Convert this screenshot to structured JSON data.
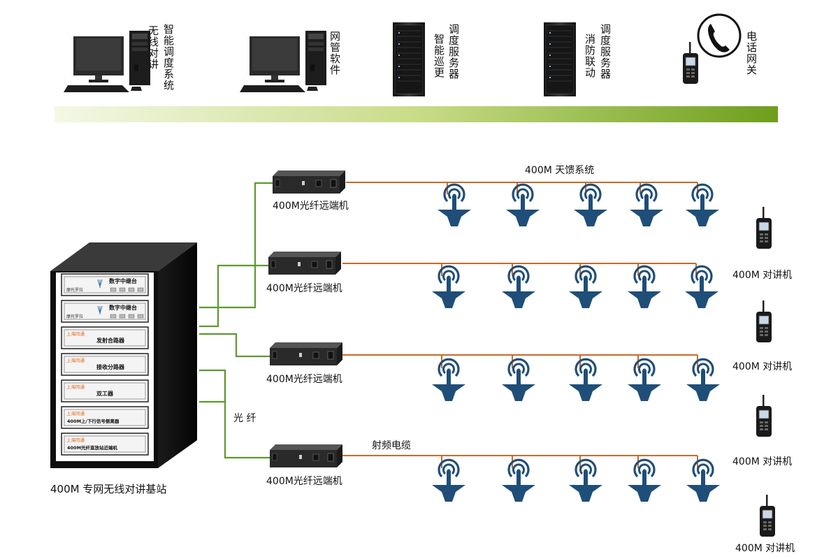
{
  "top_devices": [
    {
      "name": "dispatch-pc",
      "label": "智能调度系统",
      "label2": "无线对讲"
    },
    {
      "name": "nms-pc",
      "label": "网管软件",
      "label2": ""
    },
    {
      "name": "patrol-server",
      "label": "调度服务器",
      "label2": "智能巡更"
    },
    {
      "name": "fire-server",
      "label": "调度服务器",
      "label2": "消防联动"
    },
    {
      "name": "phone-gateway",
      "label": "电话网关",
      "label2": ""
    }
  ],
  "base_station": {
    "label": "400M 专网无线对讲基站",
    "units": [
      {
        "brand": "摩托罗拉",
        "title": "数字中继台"
      },
      {
        "brand": "摩托罗拉",
        "title": "数字中继台"
      },
      {
        "brand": "上海同通",
        "title": "发射合路器"
      },
      {
        "brand": "上海同通",
        "title": "接收分路器"
      },
      {
        "brand": "上海同通",
        "title": "双工器"
      },
      {
        "brand": "上海同通",
        "title": "400M上/下行信号侧离器"
      },
      {
        "brand": "上海同通",
        "title": "400M光纤直放站近端机"
      }
    ]
  },
  "fiber_label": "光  纤",
  "remote_units": [
    {
      "label": "400M光纤远端机"
    },
    {
      "label": "400M光纤远端机"
    },
    {
      "label": "400M光纤远端机"
    },
    {
      "label": "400M光纤远端机"
    }
  ],
  "antenna_system_label": "400M 天馈系统",
  "rf_cable_label": "射频电缆",
  "radios": [
    {
      "label": "400M 对讲机"
    },
    {
      "label": "400M 对讲机"
    },
    {
      "label": "400M 对讲机"
    },
    {
      "label": "400M 对讲机"
    }
  ],
  "colors": {
    "fiber": "#5c9a2e",
    "rf": "#c96a28",
    "antenna": "#1f4e79",
    "bar_start": "#f4f8e6",
    "bar_end": "#6e9e1c"
  }
}
